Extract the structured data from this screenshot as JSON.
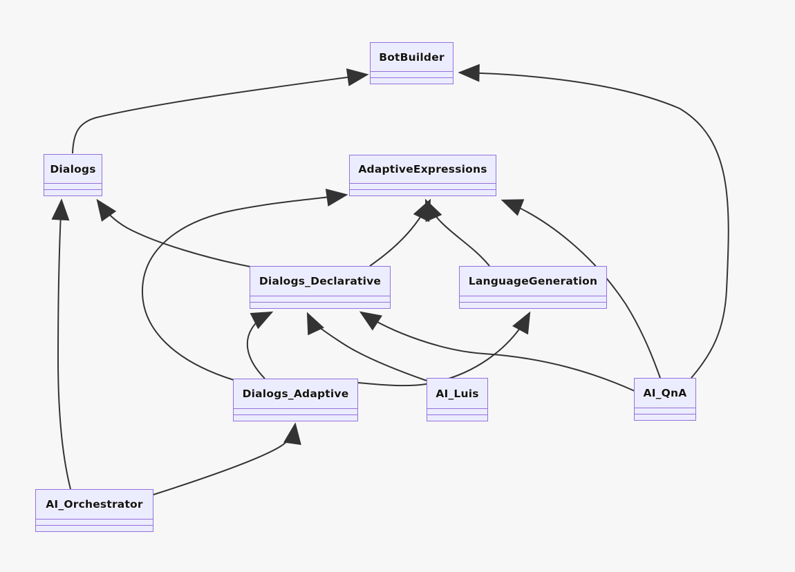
{
  "diagram": {
    "kind": "class-dependency-diagram",
    "classes": [
      {
        "id": "BotBuilder",
        "name": "BotBuilder"
      },
      {
        "id": "Dialogs",
        "name": "Dialogs"
      },
      {
        "id": "AdaptiveExpressions",
        "name": "AdaptiveExpressions"
      },
      {
        "id": "Dialogs_Declarative",
        "name": "Dialogs_Declarative"
      },
      {
        "id": "LanguageGeneration",
        "name": "LanguageGeneration"
      },
      {
        "id": "Dialogs_Adaptive",
        "name": "Dialogs_Adaptive"
      },
      {
        "id": "AI_Luis",
        "name": "AI_Luis"
      },
      {
        "id": "AI_QnA",
        "name": "AI_QnA"
      },
      {
        "id": "AI_Orchestrator",
        "name": "AI_Orchestrator"
      }
    ],
    "edges": [
      {
        "from": "Dialogs",
        "to": "BotBuilder"
      },
      {
        "from": "AI_QnA",
        "to": "BotBuilder"
      },
      {
        "from": "AI_Orchestrator",
        "to": "Dialogs"
      },
      {
        "from": "Dialogs_Declarative",
        "to": "Dialogs"
      },
      {
        "from": "Dialogs_Declarative",
        "to": "AdaptiveExpressions"
      },
      {
        "from": "LanguageGeneration",
        "to": "AdaptiveExpressions"
      },
      {
        "from": "AI_QnA",
        "to": "AdaptiveExpressions"
      },
      {
        "from": "Dialogs_Adaptive",
        "to": "AdaptiveExpressions"
      },
      {
        "from": "Dialogs_Adaptive",
        "to": "Dialogs_Declarative"
      },
      {
        "from": "AI_Luis",
        "to": "Dialogs_Declarative"
      },
      {
        "from": "AI_QnA",
        "to": "Dialogs_Declarative"
      },
      {
        "from": "Dialogs_Adaptive",
        "to": "LanguageGeneration"
      },
      {
        "from": "AI_Orchestrator",
        "to": "Dialogs_Adaptive"
      }
    ],
    "arrow_style": "filled-triangle",
    "colors": {
      "background": "#f7f7f8",
      "node_fill": "#ececff",
      "node_border": "#9370db",
      "edge": "#333333",
      "text": "#141414"
    }
  }
}
